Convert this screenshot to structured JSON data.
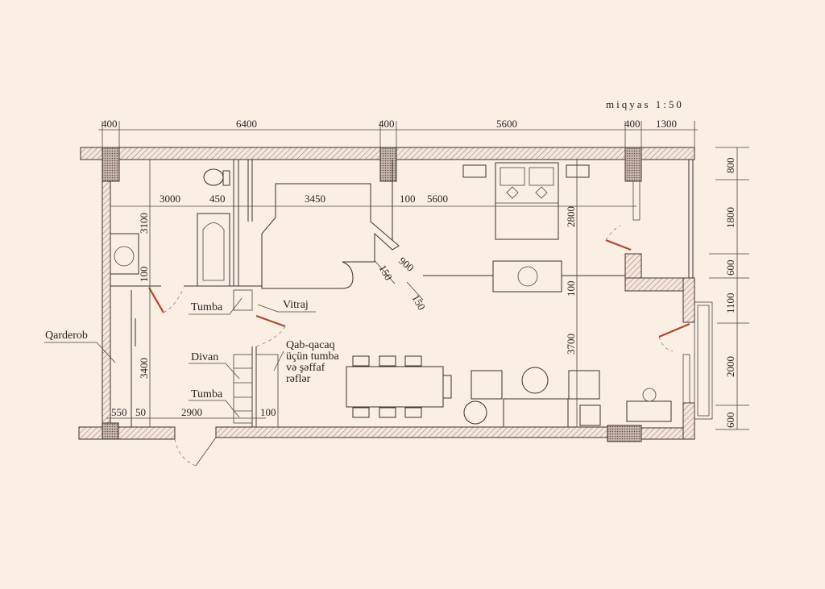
{
  "scale": "miqyas 1:50",
  "top_dimensions": [
    "400",
    "6400",
    "400",
    "5600",
    "400",
    "1300"
  ],
  "interior_dimensions": [
    "3000",
    "450",
    "3450",
    "100",
    "5600"
  ],
  "left_vertical_dimensions": [
    "3100",
    "100",
    "3400"
  ],
  "right_vertical_dimensions": [
    "2800",
    "100",
    "3700"
  ],
  "outer_right_dimensions": [
    "800",
    "1800",
    "600",
    "1100",
    "2000",
    "600"
  ],
  "bottom_dimensions": [
    "550",
    "50",
    "2900",
    "100"
  ],
  "diagonal_dimensions": [
    "900",
    "150",
    "150"
  ],
  "labels": {
    "qarderob": "Qarderob",
    "tumba_top": "Tumba",
    "vitraj": "Vitraj",
    "qab_line1": "Qab-qacaq",
    "qab_line2": "üçün tumba",
    "qab_line3": "və şəffaf",
    "qab_line4": "rəflər",
    "divan": "Divan",
    "tumba_bottom": "Tumba"
  },
  "colors": {
    "paper": "#fbeee3",
    "door": "#b5452f",
    "ink": "#3a3330"
  }
}
